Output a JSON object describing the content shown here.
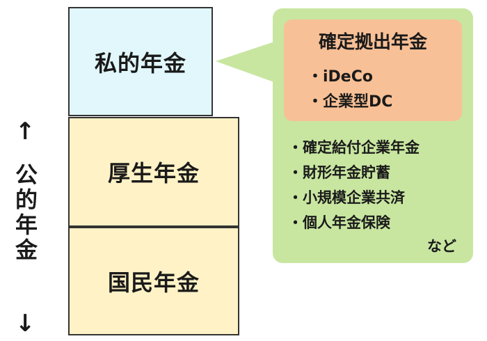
{
  "boxes": {
    "private": "私的年金",
    "kosei": "厚生年金",
    "kokumin": "国民年金"
  },
  "public_label": {
    "text": "公的年金",
    "up_arrow": "↑",
    "down_arrow": "↓"
  },
  "panel": {
    "title": "確定拠出年金",
    "defined_contribution_items": [
      "・iDeCo",
      "・企業型DC"
    ],
    "other_items": [
      "・確定給付企業年金",
      "・財形年金貯蓄",
      "・小規模企業共済",
      "・個人年金保険"
    ],
    "etc": "など"
  },
  "colors": {
    "private_box": "#e1f7fb",
    "public_boxes": "#fff2c6",
    "green_panel": "#c8e6a0",
    "orange_box": "#f8c096",
    "border": "#333333"
  }
}
